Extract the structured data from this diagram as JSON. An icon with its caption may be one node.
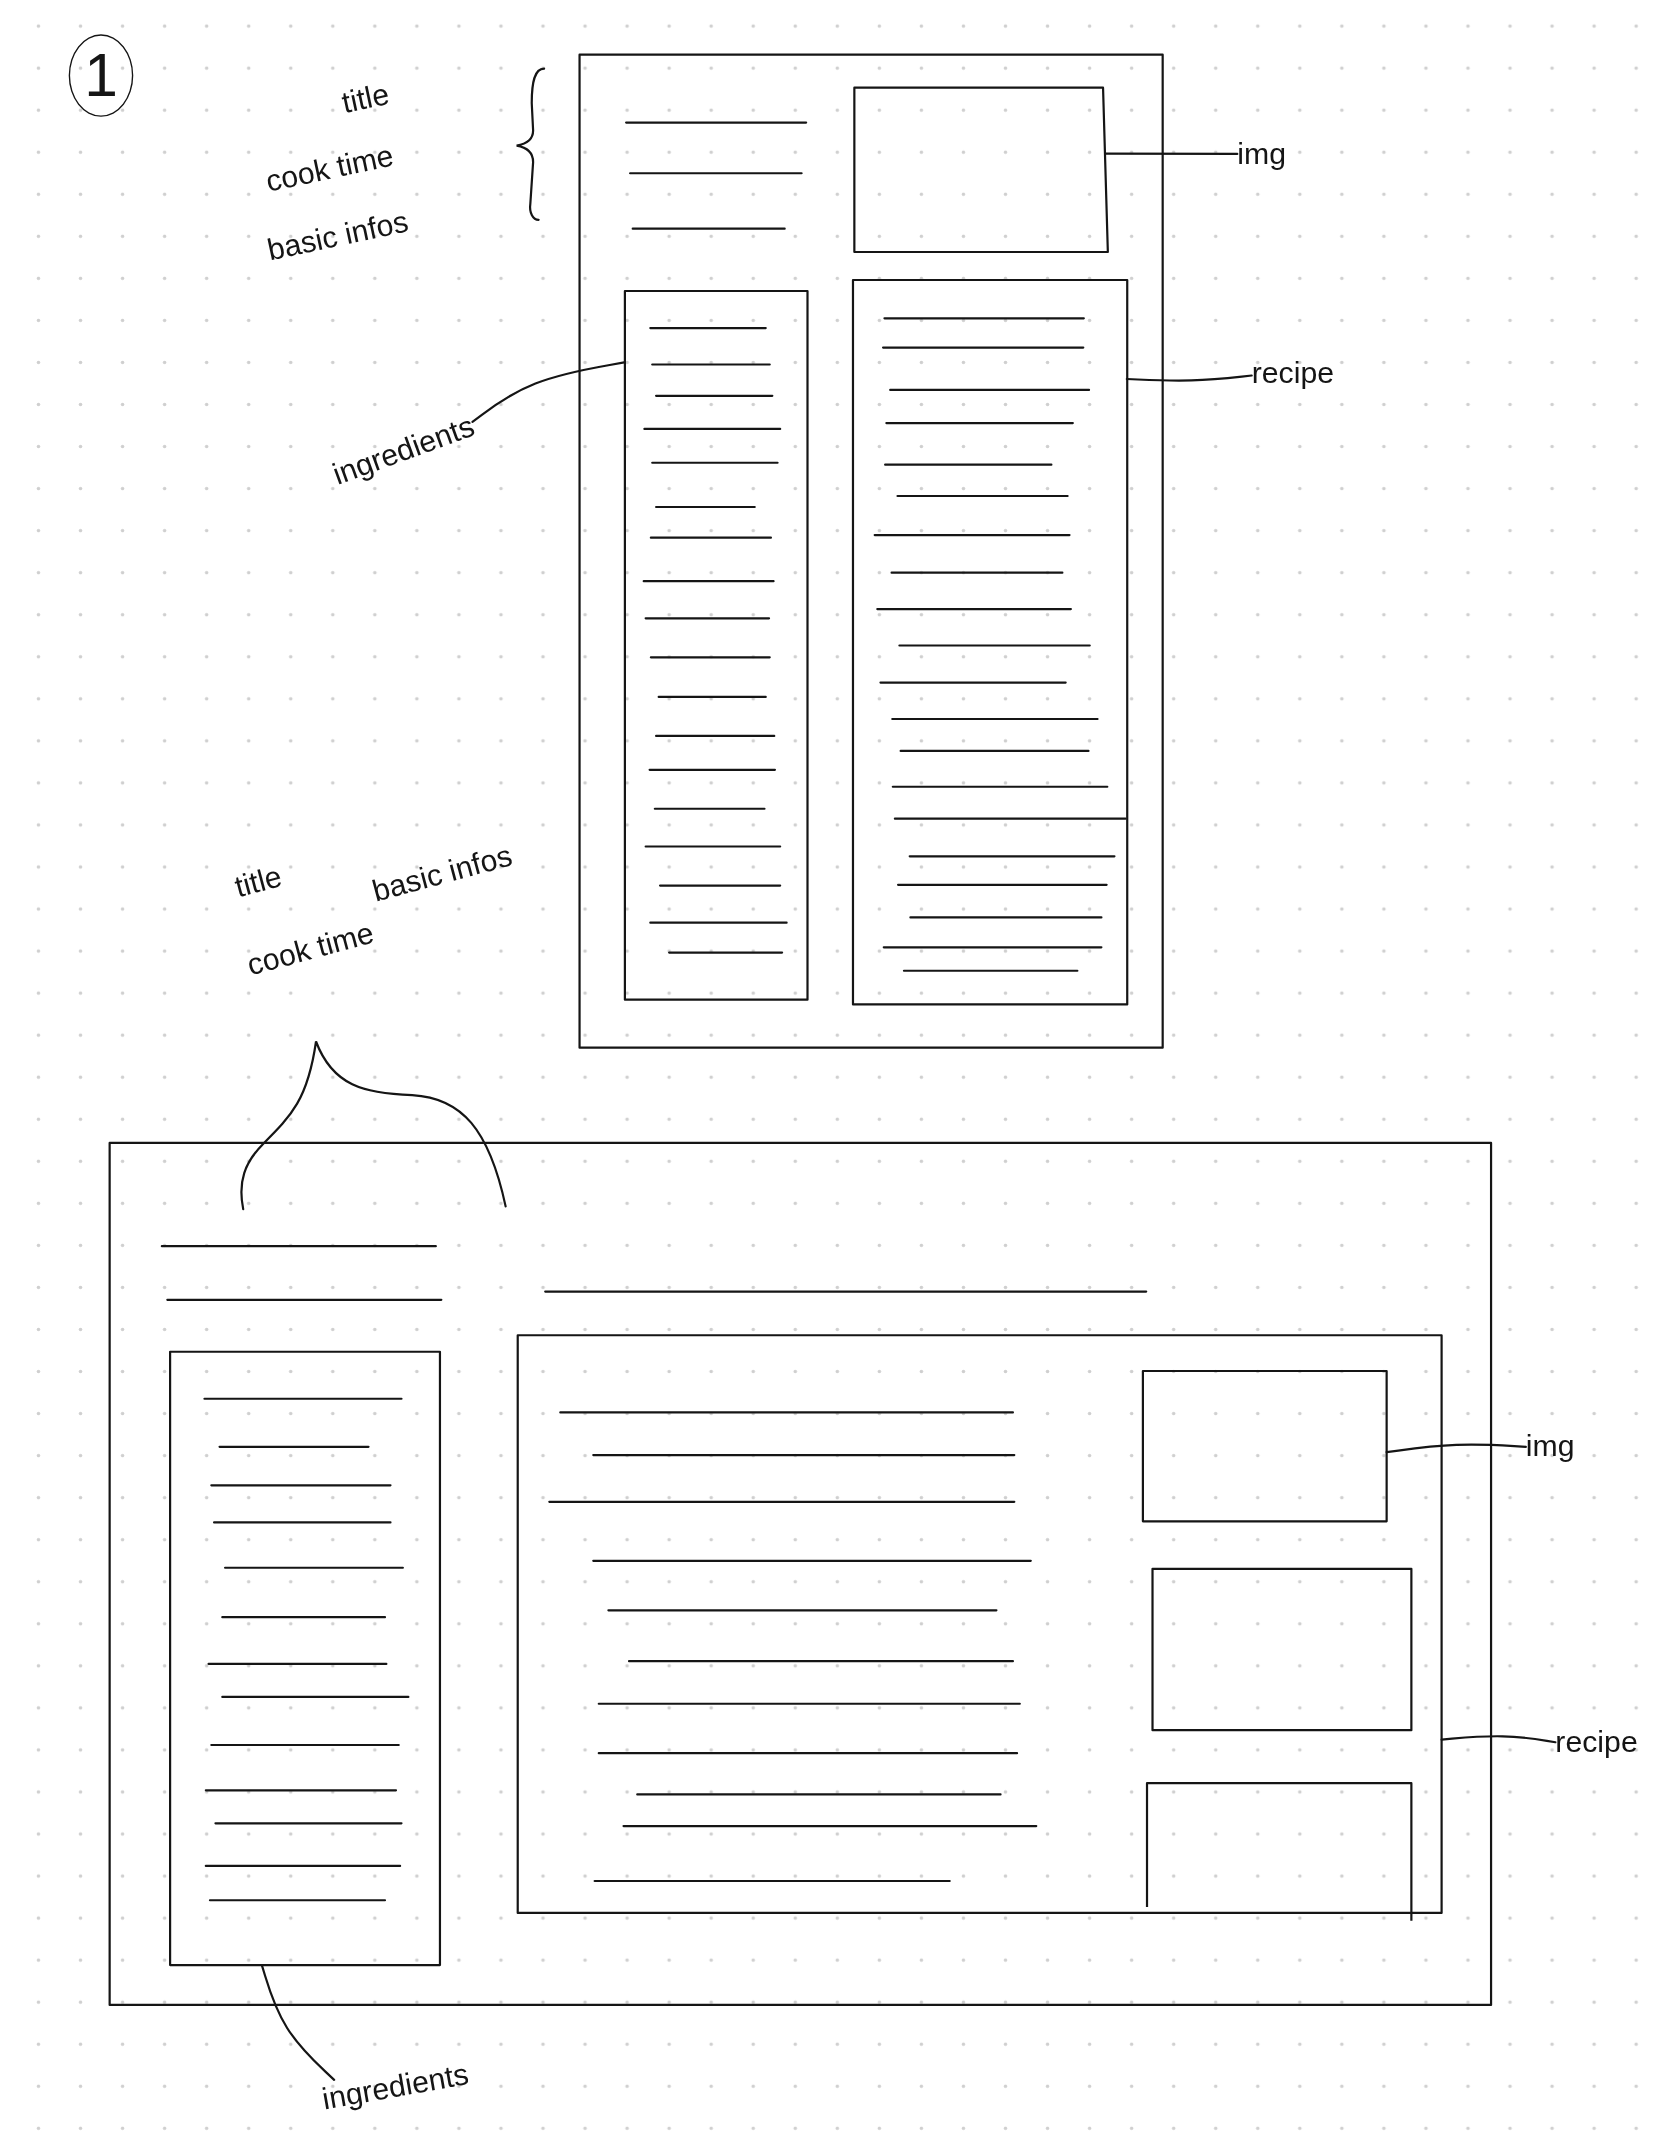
{
  "diagram": {
    "nodes": [
      {
        "text": [],
        "shape": "box"
      },
      {
        "text": [],
        "shape": "box",
        "in": 0
      },
      {
        "text": [],
        "shape": "box",
        "in": 0
      },
      {
        "text": [],
        "shape": "box",
        "in": 0
      },
      {
        "text": [
          "img"
        ]
      },
      {
        "text": [
          "recipe"
        ]
      },
      {
        "text": [
          "ingredients"
        ]
      },
      {
        "text": [],
        "shape": "box"
      },
      {
        "text": [],
        "shape": "box",
        "in": 7
      },
      {
        "text": [],
        "shape": "box",
        "in": 7
      },
      {
        "text": [],
        "shape": "box",
        "in": 9
      },
      {
        "text": [],
        "shape": "box",
        "in": 9
      },
      {
        "text": [],
        "shape": "box",
        "in": 9
      },
      {
        "text": [
          "img"
        ]
      },
      {
        "text": [
          "recipe"
        ]
      },
      {
        "text": [
          "ingredients"
        ]
      }
    ],
    "edges": [
      {
        "from": 4,
        "to": 1,
        "arrow": "none"
      },
      {
        "from": 5,
        "to": 3,
        "arrow": "none"
      },
      {
        "from": 6,
        "to": 2,
        "arrow": "none"
      },
      {
        "from": 13,
        "to": 10,
        "arrow": "none"
      },
      {
        "from": 14,
        "to": 9,
        "arrow": "none"
      },
      {
        "from": 15,
        "to": 8,
        "arrow": "none"
      }
    ],
    "labels": [
      "1",
      "title",
      "cook time",
      "basic infos",
      "title",
      "cook time",
      "basic infos"
    ]
  }
}
